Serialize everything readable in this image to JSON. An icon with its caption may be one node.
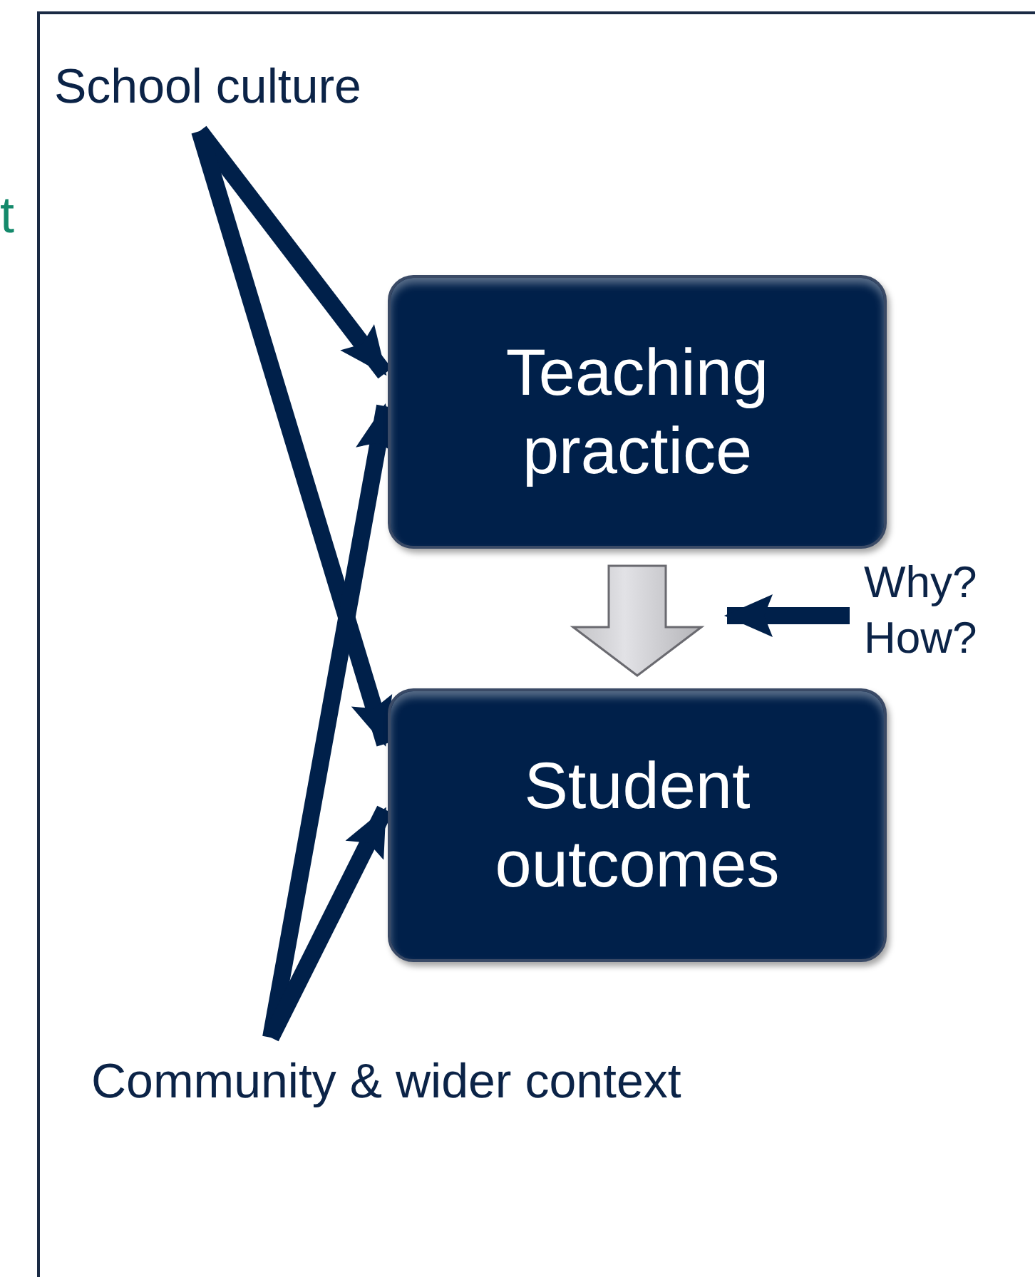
{
  "diagram": {
    "nodes": [
      {
        "text": [
          "School culture"
        ]
      },
      {
        "text": [
          "Teaching practice"
        ]
      },
      {
        "text": [
          "Student outcomes"
        ]
      },
      {
        "text": [
          "Community & wider context"
        ]
      },
      {
        "text": [
          "Why? How?"
        ]
      }
    ],
    "edges": [
      {
        "from": 0,
        "to": 1,
        "arrow": "to"
      },
      {
        "from": 0,
        "to": 2,
        "arrow": "to"
      },
      {
        "from": 3,
        "to": 1,
        "arrow": "to"
      },
      {
        "from": 3,
        "to": 2,
        "arrow": "to"
      },
      {
        "from": 1,
        "to": 2,
        "arrow": "to",
        "style": "thick",
        "color": "#b4b4b8"
      },
      {
        "from": 4,
        "to": 1,
        "arrow": "to"
      }
    ],
    "labels": [
      "t"
    ]
  }
}
